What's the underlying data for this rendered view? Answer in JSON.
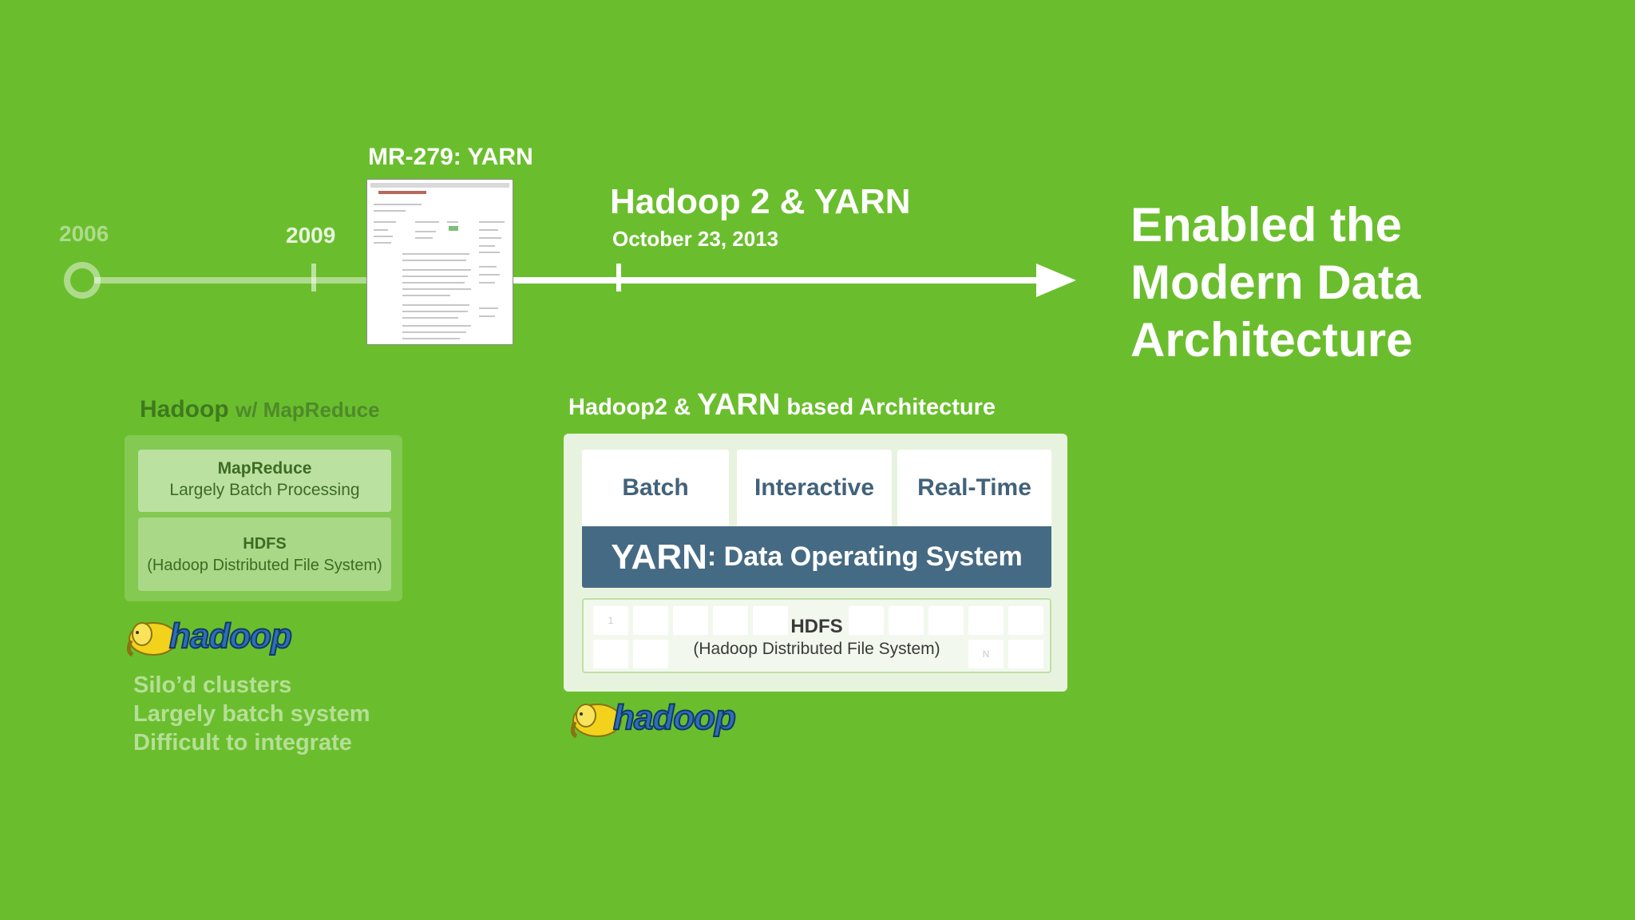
{
  "timeline": {
    "year_start": "2006",
    "year_2009": "2009",
    "mr_label": "MR-279: YARN",
    "release_title": "Hadoop 2 & YARN",
    "release_date": "October 23, 2013"
  },
  "headline": {
    "line1": "Enabled the",
    "line2": "Modern Data",
    "line3": "Architecture"
  },
  "legacy": {
    "title_main": "Hadoop",
    "title_sub": "w/ MapReduce",
    "mapreduce_title": "MapReduce",
    "mapreduce_sub": "Largely Batch Processing",
    "hdfs_title": "HDFS",
    "hdfs_sub": "(Hadoop Distributed File System)",
    "logo_text": "hadoop",
    "bullets": [
      "Silo’d clusters",
      "Largely batch system",
      "Difficult to integrate"
    ]
  },
  "yarn": {
    "heading_pre": "Hadoop2 &",
    "heading_big": "YARN",
    "heading_post": "based Architecture",
    "engines": [
      "Batch",
      "Interactive",
      "Real-Time"
    ],
    "bar_big": "YARN",
    "bar_rest": ": Data Operating System",
    "hdfs_title": "HDFS",
    "hdfs_sub": "(Hadoop Distributed File System)",
    "cell_first": "1",
    "cell_last": "N",
    "logo_text": "hadoop"
  },
  "colors": {
    "background": "#6abe2d",
    "yarn_bar": "#456a84",
    "engine_text": "#41627a"
  }
}
